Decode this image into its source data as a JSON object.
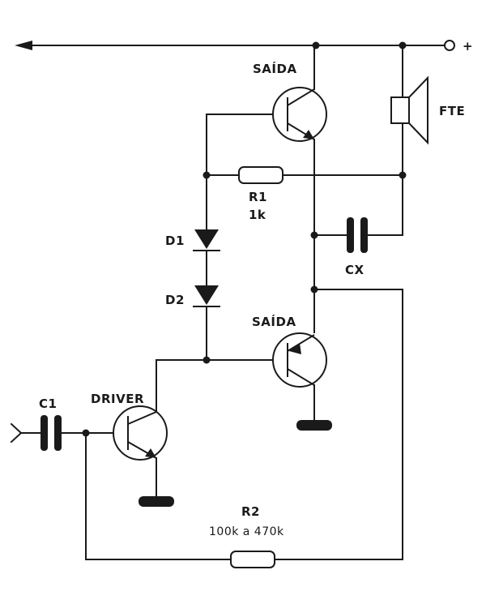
{
  "labels": {
    "plus": "+",
    "out_top": "SAÍDA",
    "out_bottom": "SAÍDA",
    "speaker": "FTE",
    "r1_name": "R1",
    "r1_value": "1k",
    "d1": "D1",
    "d2": "D2",
    "cx": "CX",
    "c1": "C1",
    "driver": "DRIVER",
    "r2_name": "R2",
    "r2_value": "100k a 470k"
  },
  "icons": {
    "npn": "npn-transistor-icon",
    "pnp": "pnp-transistor-icon",
    "diode": "diode-icon",
    "resistor": "resistor-icon",
    "capacitor": "capacitor-icon",
    "speaker": "speaker-icon",
    "ground": "ground-icon"
  }
}
